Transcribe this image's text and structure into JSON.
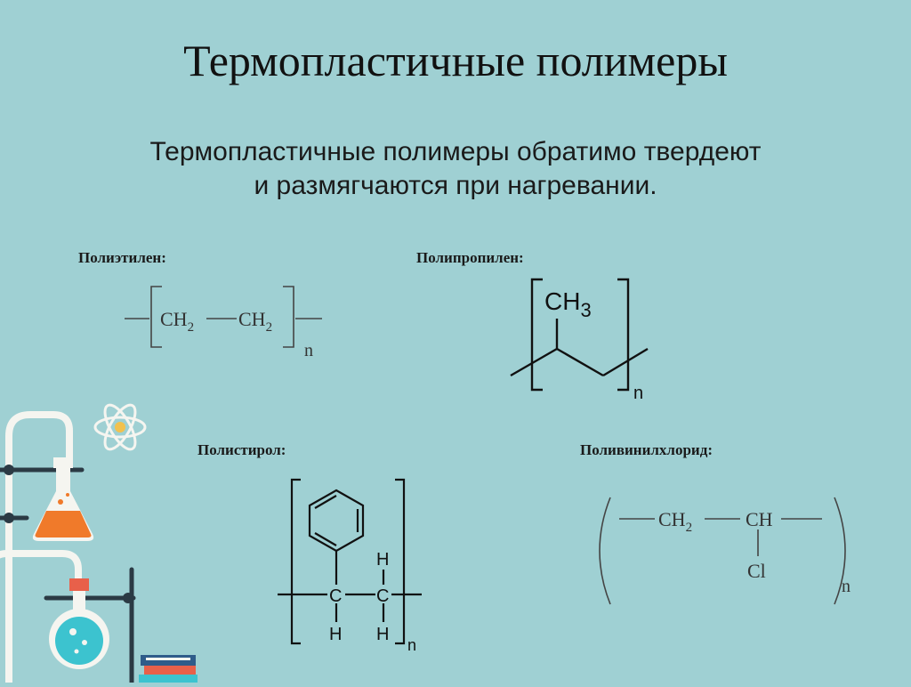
{
  "title": "Термопластичные полимеры",
  "subtitle": {
    "line1": "Термопластичные полимеры обратимо твердеют",
    "line2": "и размягчаются при нагревании."
  },
  "polymers": {
    "polyethylene": {
      "label": "Полиэтилен:",
      "unit1": "CH",
      "unit2": "CH",
      "sub": "2",
      "n": "n"
    },
    "polypropylene": {
      "label": "Полипропилен:",
      "group": "CH",
      "sub": "3",
      "n": "n"
    },
    "polystyrene": {
      "label": "Полистирол:",
      "c": "C",
      "h": "H",
      "n": "n"
    },
    "pvc": {
      "label": "Поливинилхлорид:",
      "unit1": "CH",
      "sub": "2",
      "unit2": "CH",
      "side": "Cl",
      "n": "n"
    }
  },
  "decor": {
    "icons": [
      "atom-icon",
      "lab-stand-icon",
      "orange-flask-icon",
      "blue-flask-icon",
      "books-icon"
    ]
  }
}
